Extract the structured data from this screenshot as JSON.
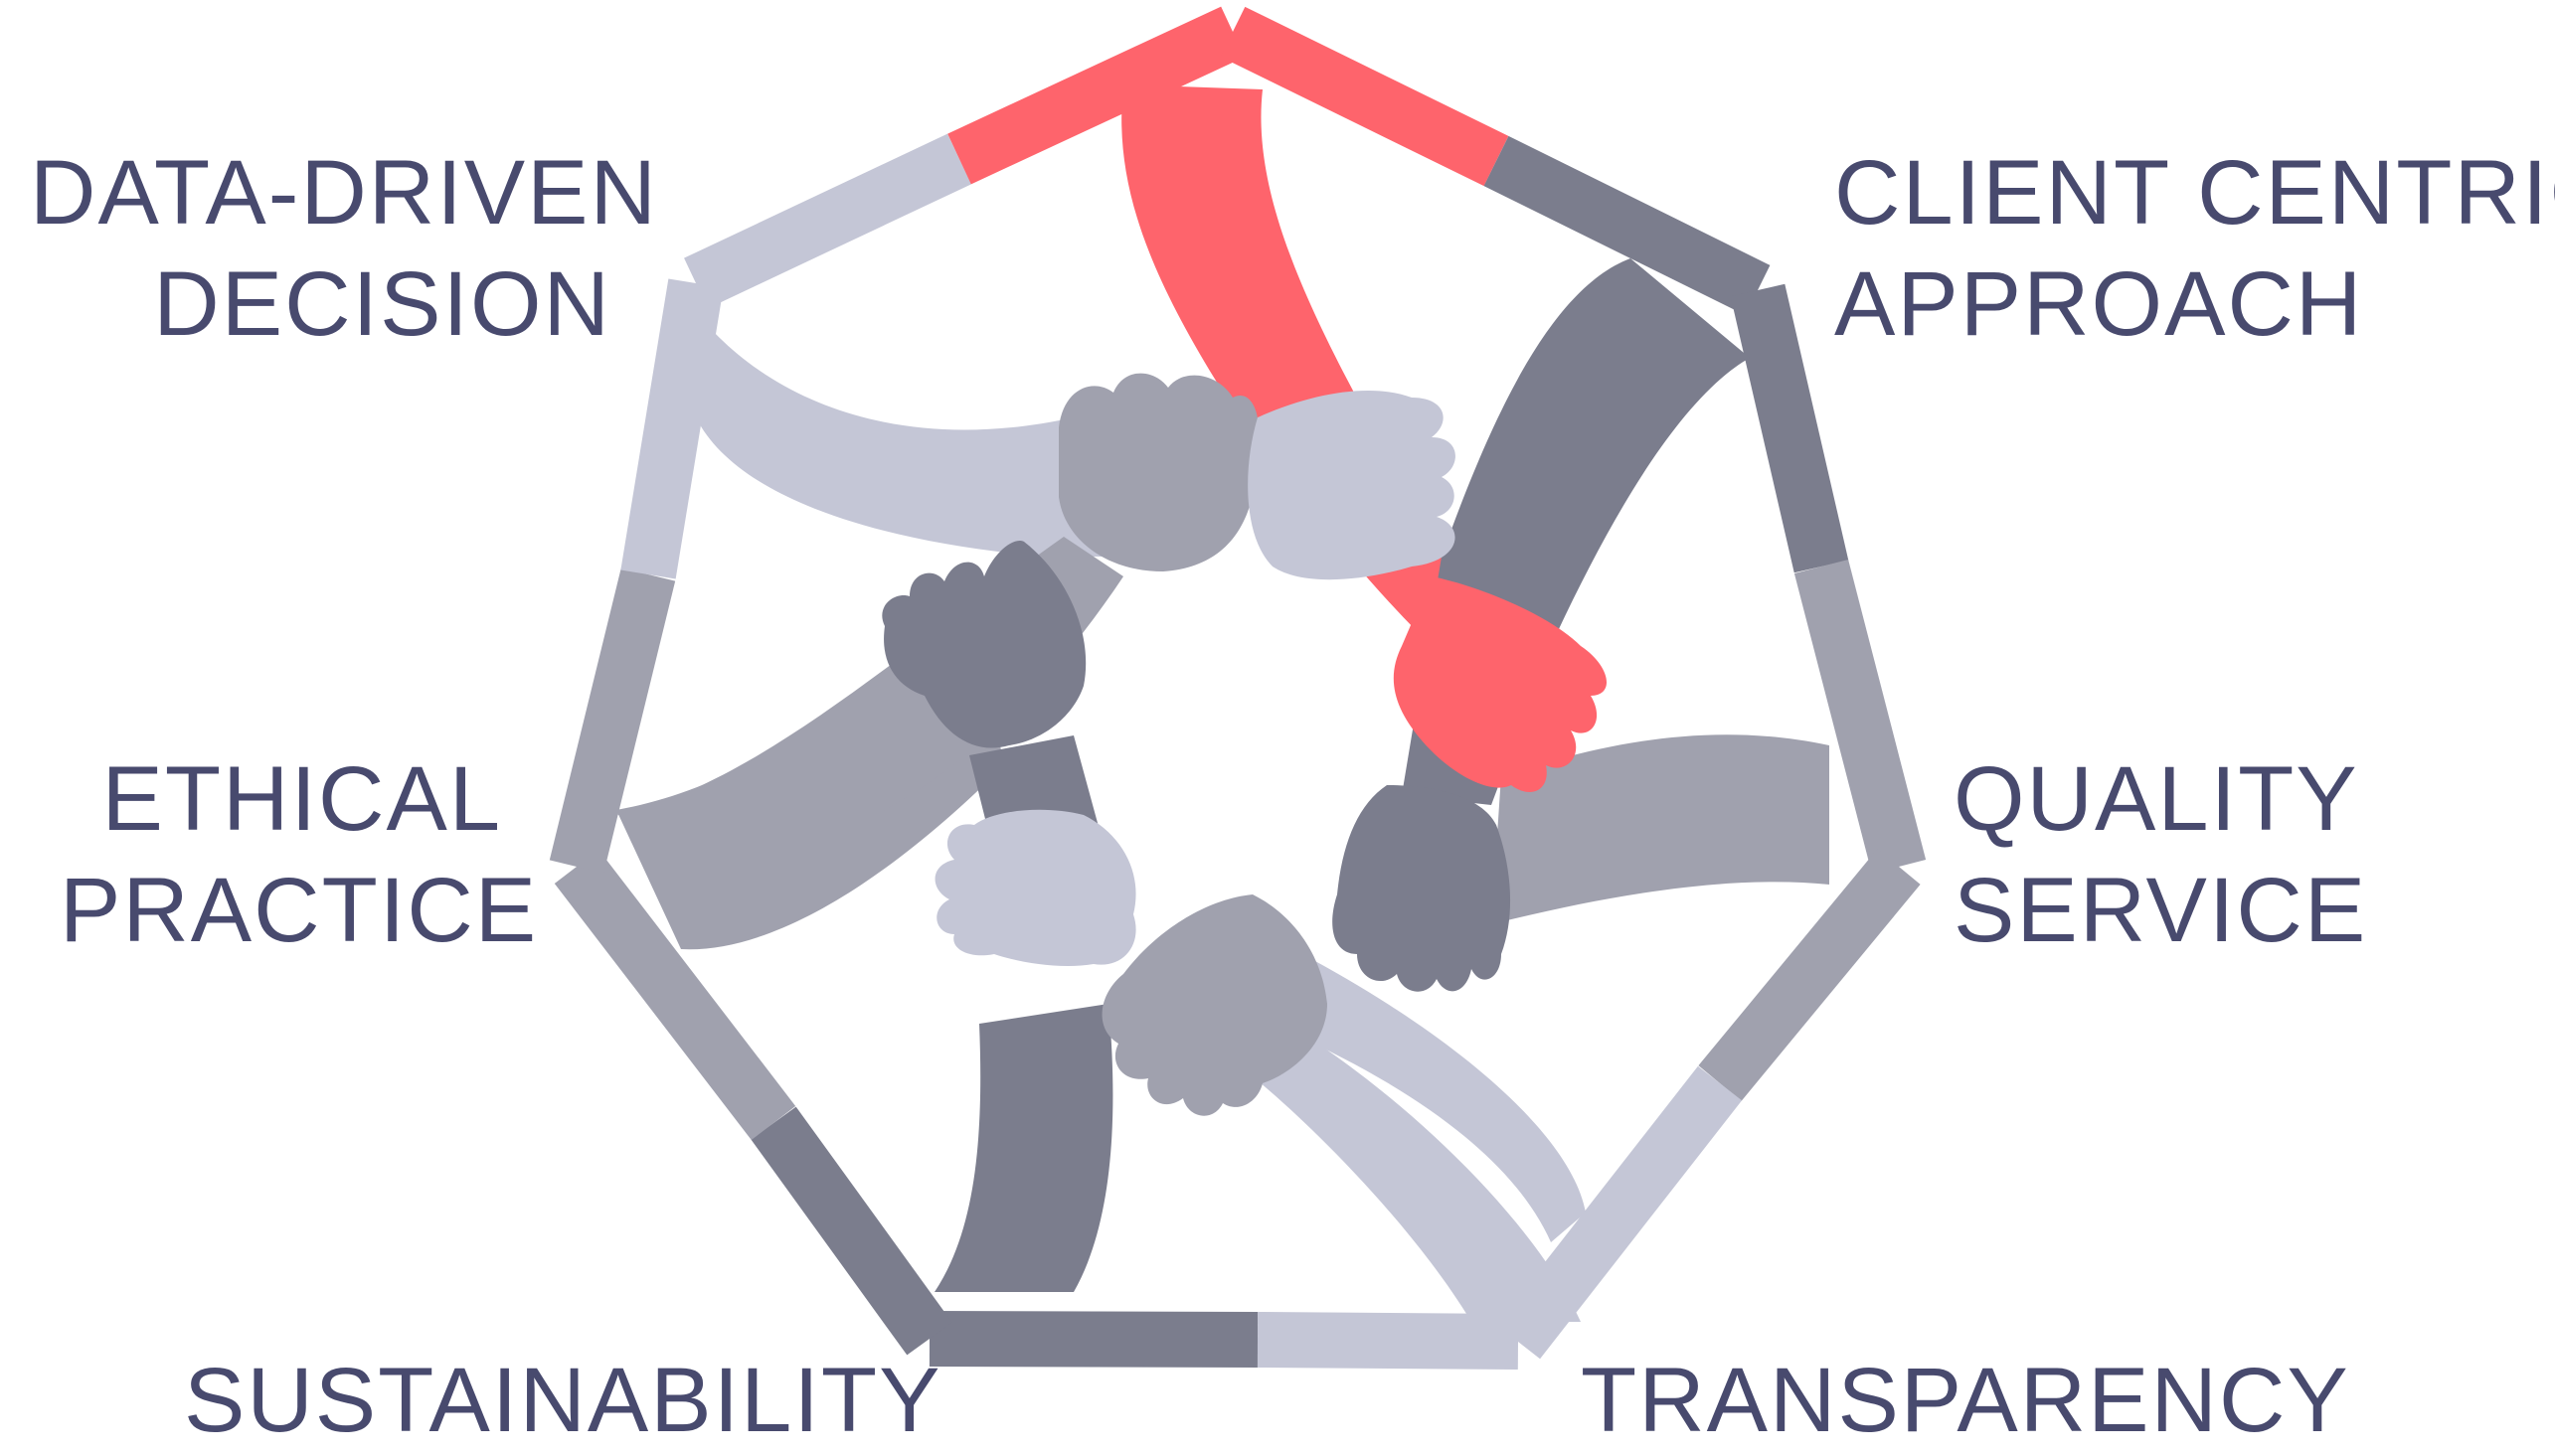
{
  "colors": {
    "coral": "#fe646c",
    "dark_gray": "#7b7d8d",
    "mid_gray": "#a0a1ae",
    "light_gray": "#c4c6d6",
    "text": "#484a6e",
    "background": "#ffffff"
  },
  "values": {
    "data_driven": {
      "line1": "DATA-DRIVEN",
      "line2": "DECISION"
    },
    "client_centric": {
      "line1": "CLIENT CENTRIC",
      "line2": "APPROACH"
    },
    "ethical": {
      "line1": "ETHICAL",
      "line2": "PRACTICE"
    },
    "quality": {
      "line1": "QUALITY",
      "line2": "SERVICE"
    },
    "sustainability": {
      "line1": "SUSTAINABILITY"
    },
    "transparency": {
      "line1": "TRANSPARENCY"
    }
  }
}
